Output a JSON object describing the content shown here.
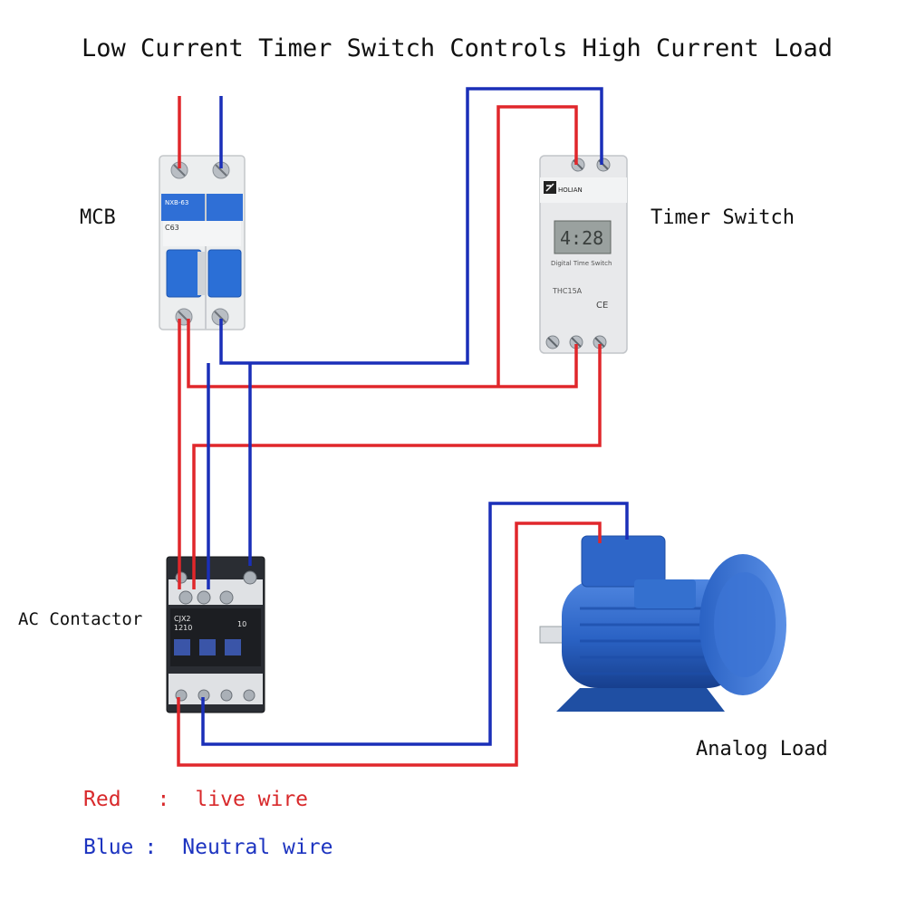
{
  "title": "Low Current Timer Switch Controls High Current Load",
  "labels": {
    "mcb": "MCB",
    "timer_switch": "Timer Switch",
    "ac_contactor": "AC Contactor",
    "analog_load": "Analog Load"
  },
  "devices": {
    "mcb": {
      "model": "NXB-63",
      "rating": "C63"
    },
    "timer": {
      "display": "4:28",
      "name": "Digital Time Switch",
      "model": "THC15A",
      "mark": "CE",
      "brand": "HOLIAN"
    },
    "contactor": {
      "model": "CJX2",
      "code": "1210",
      "aux": "10"
    }
  },
  "legend": {
    "red": {
      "name": "Red",
      "sep": ":",
      "meaning": "live wire"
    },
    "blue": {
      "name": "Blue",
      "sep": ":",
      "meaning": "Neutral wire"
    }
  },
  "colors": {
    "live": "#e0272b",
    "neutral": "#1a2fb8",
    "device_blue": "#2b6fd6",
    "motor_blue": "#2a62c4",
    "label_red": "#d8292b",
    "label_blue": "#1d34c0"
  }
}
